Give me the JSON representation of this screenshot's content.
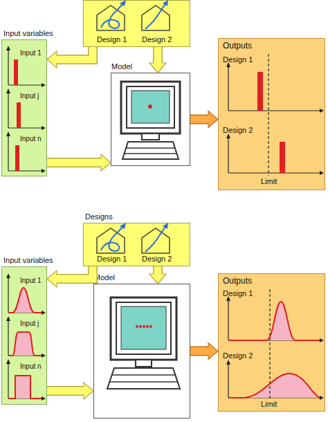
{
  "diagram": {
    "nodes": [
      {
        "text": [
          "Design 1",
          "Design 2"
        ]
      },
      {
        "text": [
          "Input variables",
          "Input 1",
          "Input j",
          "Input n"
        ]
      },
      {
        "text": [
          "Model"
        ]
      },
      {
        "text": [
          "Outputs",
          "Design 1",
          "Design 2",
          "Limit"
        ]
      },
      {
        "text": [
          "Designs",
          "Design 1",
          "Design 2"
        ]
      },
      {
        "text": [
          "Input variables",
          "Input 1",
          "Input j",
          "Input n"
        ]
      },
      {
        "text": [
          "Model"
        ]
      },
      {
        "text": [
          "Outputs",
          "Design 1",
          "Design 2",
          "Limit"
        ]
      }
    ],
    "edges": [
      {
        "from": 0,
        "to": 1,
        "arrow": "to"
      },
      {
        "from": 0,
        "to": 2,
        "arrow": "to"
      },
      {
        "from": 1,
        "to": 2,
        "arrow": "to"
      },
      {
        "from": 2,
        "to": 3,
        "arrow": "to"
      },
      {
        "from": 4,
        "to": 5,
        "arrow": "to"
      },
      {
        "from": 4,
        "to": 6,
        "arrow": "to"
      },
      {
        "from": 5,
        "to": 6,
        "arrow": "to"
      },
      {
        "from": 6,
        "to": 7,
        "arrow": "to"
      }
    ]
  }
}
